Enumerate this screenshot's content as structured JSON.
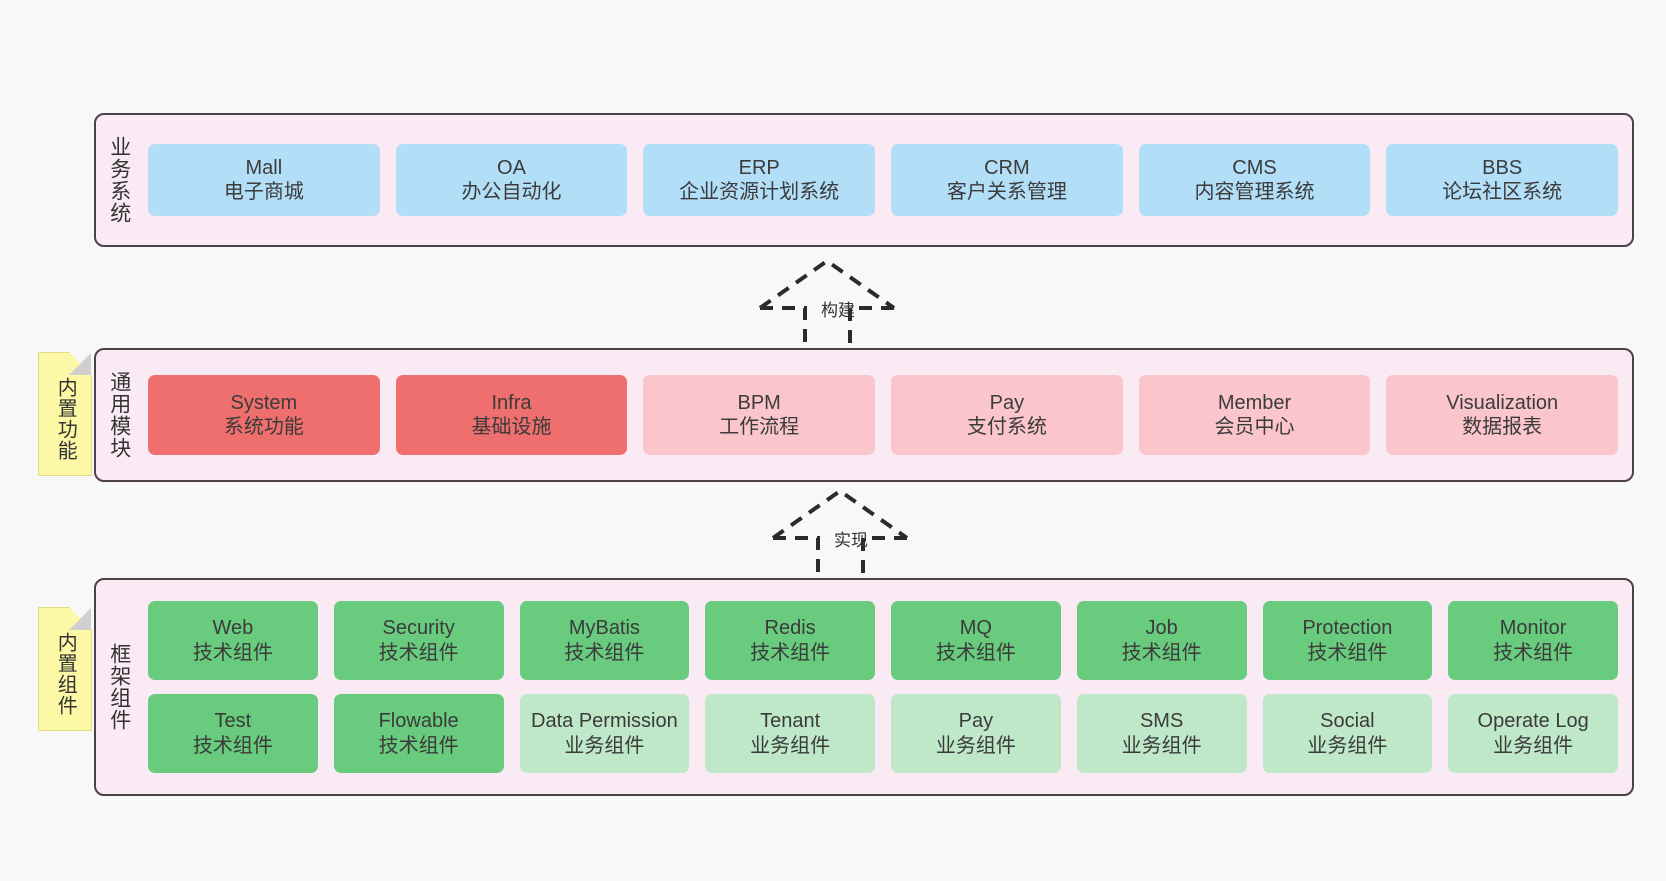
{
  "diagram": {
    "background": "#f8f8f8",
    "panel_bg": "#faeaf4",
    "panel_border": "#4d4047",
    "note_bg": "#fdf8a6"
  },
  "layers": [
    {
      "id": "business",
      "title": "业务系统",
      "color": "#b3def8",
      "rows": [
        {
          "cells": [
            {
              "en": "Mall",
              "cn": "电子商城"
            },
            {
              "en": "OA",
              "cn": "办公自动化"
            },
            {
              "en": "ERP",
              "cn": "企业资源计划系统"
            },
            {
              "en": "CRM",
              "cn": "客户关系管理"
            },
            {
              "en": "CMS",
              "cn": "内容管理系统"
            },
            {
              "en": "BBS",
              "cn": "论坛社区系统"
            }
          ]
        }
      ]
    },
    {
      "id": "modules",
      "title": "通用模块",
      "rows": [
        {
          "cells": [
            {
              "en": "System",
              "cn": "系统功能",
              "color": "#ef6e6e"
            },
            {
              "en": "Infra",
              "cn": "基础设施",
              "color": "#ef6e6e"
            },
            {
              "en": "BPM",
              "cn": "工作流程",
              "color": "#fbc5cc"
            },
            {
              "en": "Pay",
              "cn": "支付系统",
              "color": "#fbc5cc"
            },
            {
              "en": "Member",
              "cn": "会员中心",
              "color": "#fbc5cc"
            },
            {
              "en": "Visualization",
              "cn": "数据报表",
              "color": "#fbc5cc"
            }
          ]
        }
      ]
    },
    {
      "id": "frame",
      "title": "框架组件",
      "rows": [
        {
          "cells": [
            {
              "en": "Web",
              "cn": "技术组件",
              "color": "#68cb7d"
            },
            {
              "en": "Security",
              "cn": "技术组件",
              "color": "#68cb7d"
            },
            {
              "en": "MyBatis",
              "cn": "技术组件",
              "color": "#68cb7d"
            },
            {
              "en": "Redis",
              "cn": "技术组件",
              "color": "#68cb7d"
            },
            {
              "en": "MQ",
              "cn": "技术组件",
              "color": "#68cb7d"
            },
            {
              "en": "Job",
              "cn": "技术组件",
              "color": "#68cb7d"
            },
            {
              "en": "Protection",
              "cn": "技术组件",
              "color": "#68cb7d"
            },
            {
              "en": "Monitor",
              "cn": "技术组件",
              "color": "#68cb7d"
            }
          ]
        },
        {
          "cells": [
            {
              "en": "Test",
              "cn": "技术组件",
              "color": "#68cb7d"
            },
            {
              "en": "Flowable",
              "cn": "技术组件",
              "color": "#68cb7d"
            },
            {
              "en": "Data Permission",
              "cn": "业务组件",
              "color": "#bfe8c8"
            },
            {
              "en": "Tenant",
              "cn": "业务组件",
              "color": "#bfe8c8"
            },
            {
              "en": "Pay",
              "cn": "业务组件",
              "color": "#bfe8c8"
            },
            {
              "en": "SMS",
              "cn": "业务组件",
              "color": "#bfe8c8"
            },
            {
              "en": "Social",
              "cn": "业务组件",
              "color": "#bfe8c8"
            },
            {
              "en": "Operate Log",
              "cn": "业务组件",
              "color": "#bfe8c8"
            }
          ]
        }
      ]
    }
  ],
  "notes": [
    {
      "id": "functions",
      "text": "内置功能"
    },
    {
      "id": "components",
      "text": "内置组件"
    }
  ],
  "arrows": [
    {
      "id": "build",
      "label": "构建"
    },
    {
      "id": "impl",
      "label": "实现"
    }
  ]
}
